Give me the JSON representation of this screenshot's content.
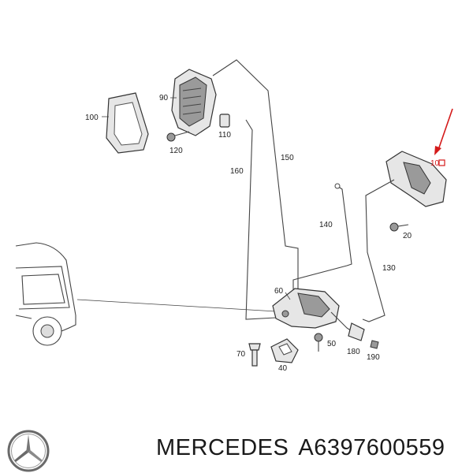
{
  "callouts": {
    "c10": "10",
    "c20": "20",
    "c40": "40",
    "c50": "50",
    "c60": "60",
    "c70": "70",
    "c90": "90",
    "c100": "100",
    "c110": "110",
    "c120": "120",
    "c130": "130",
    "c140": "140",
    "c150": "150",
    "c160": "160",
    "c180": "180",
    "c190": "190"
  },
  "footer": {
    "brand": "MERCEDES",
    "part_number": "A6397600559"
  },
  "colors": {
    "highlight": "#d41a1a",
    "line": "#444444"
  },
  "icons": {
    "logo": "mercedes-star-logo",
    "pointer": "red-arrow-icon"
  }
}
